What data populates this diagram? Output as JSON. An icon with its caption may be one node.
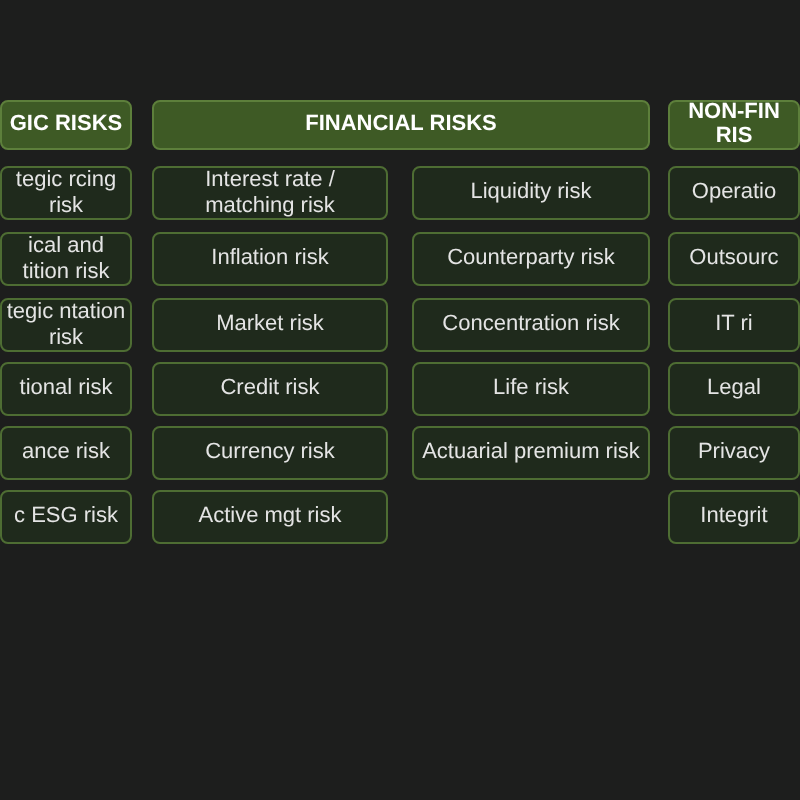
{
  "diagram": {
    "nodes": [
      {
        "text": [
          "GIC RISKS"
        ]
      },
      {
        "text": [
          "tegic rcing risk"
        ]
      },
      {
        "text": [
          "ical and tition risk"
        ]
      },
      {
        "text": [
          "tegic ntation risk"
        ]
      },
      {
        "text": [
          "tional risk"
        ]
      },
      {
        "text": [
          "ance risk"
        ]
      },
      {
        "text": [
          "c ESG risk"
        ]
      },
      {
        "text": [
          "FINANCIAL RISKS"
        ]
      },
      {
        "text": [
          "Interest rate / matching risk"
        ]
      },
      {
        "text": [
          "Liquidity risk"
        ]
      },
      {
        "text": [
          "Inflation risk"
        ]
      },
      {
        "text": [
          "Counterparty risk"
        ]
      },
      {
        "text": [
          "Market risk"
        ]
      },
      {
        "text": [
          "Concentration risk"
        ]
      },
      {
        "text": [
          "Credit risk"
        ]
      },
      {
        "text": [
          "Life risk"
        ]
      },
      {
        "text": [
          "Currency risk"
        ]
      },
      {
        "text": [
          "Actuarial premium risk"
        ]
      },
      {
        "text": [
          "Active mgt risk"
        ]
      },
      {
        "text": [
          "NON-FIN RIS"
        ]
      },
      {
        "text": [
          "Operatio"
        ]
      },
      {
        "text": [
          "Outsourc"
        ]
      },
      {
        "text": [
          "IT ri"
        ]
      },
      {
        "text": [
          "Legal"
        ]
      },
      {
        "text": [
          "Privacy"
        ]
      },
      {
        "text": [
          "Integrit"
        ]
      }
    ]
  }
}
